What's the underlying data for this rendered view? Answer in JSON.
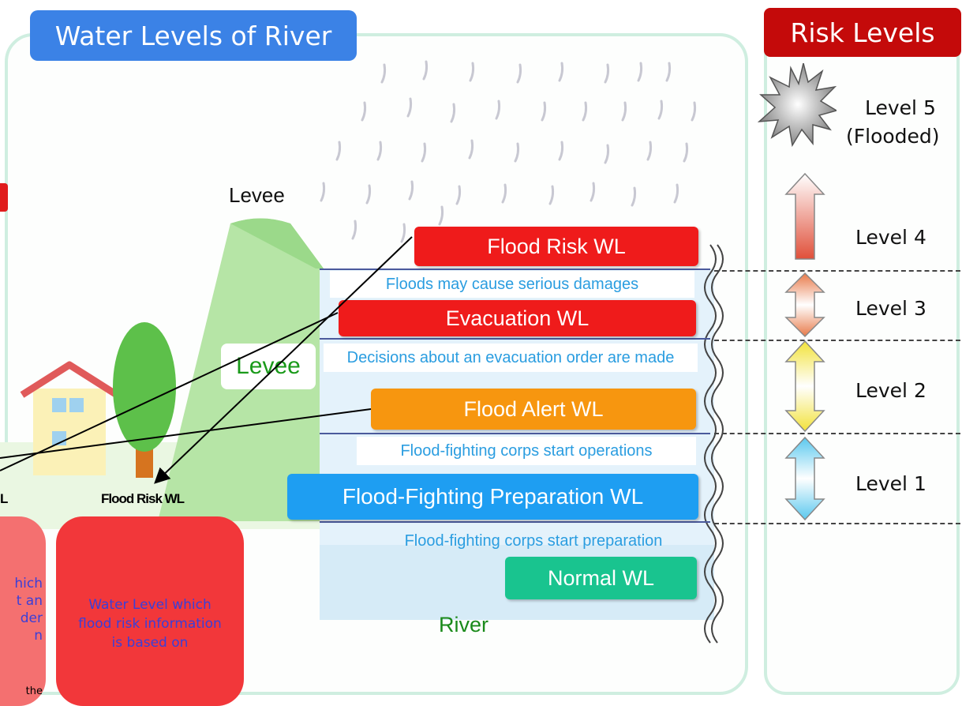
{
  "main_title": "Water Levels of River",
  "risk_title": "Risk Levels",
  "levee_top_label": "Levee",
  "levee_label": "Levee",
  "river_label": "River",
  "water_levels": [
    {
      "label": "Flood Risk WL",
      "color": "#ef1b1b"
    },
    {
      "label": "Evacuation WL",
      "color": "#ef1b1b"
    },
    {
      "label": "Flood Alert WL",
      "color": "#f7960f"
    },
    {
      "label": "Flood-Fighting Preparation WL",
      "color": "#1e9ef2"
    },
    {
      "label": "Normal WL",
      "color": "#19c48f"
    }
  ],
  "descriptions": [
    "Floods may cause serious damages",
    "Decisions about an evacuation order are made",
    "Flood-fighting corps start operations",
    "Flood-fighting corps start preparation"
  ],
  "risk_levels": [
    "Level 5",
    "(Flooded)",
    "Level 4",
    "Level 3",
    "Level 2",
    "Level 1"
  ],
  "risk_arrow_colors": {
    "level4": "#e0503a",
    "level3": "#e87a4a",
    "level2": "#f2e23a",
    "level1": "#5ac8ee"
  },
  "left_cut": {
    "label_partial": "L",
    "flood_risk_label": "Flood Risk WL",
    "callout_left_lines": [
      "hich",
      "t an",
      "der",
      "n"
    ],
    "callout_left_bottom": "the",
    "callout_right_text": "Water Level which flood risk information is based on",
    "callout_left_color": "#f47070",
    "callout_right_color": "#f2373a"
  }
}
